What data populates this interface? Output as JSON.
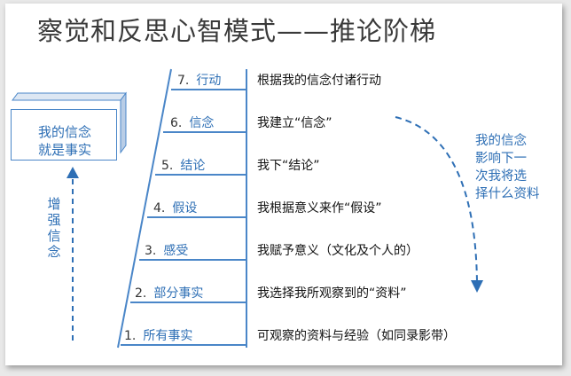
{
  "title": "察觉和反思心智模式——推论阶梯",
  "colors": {
    "accent": "#2e6fb5",
    "box_border": "#4a86c8"
  },
  "belief_box": {
    "line1": "我的信念",
    "line2": "就是事实"
  },
  "reinforce_label": {
    "chars": [
      "增",
      "强",
      "信",
      "念"
    ]
  },
  "influence_label": {
    "line1": "我的信念",
    "line2": "影响下一",
    "line3": "次我将选",
    "line4": "择什么资料"
  },
  "rungs": [
    {
      "num": "7.",
      "name": "行动",
      "desc": "根据我的信念付诸行动"
    },
    {
      "num": "6.",
      "name": "信念",
      "desc": "我建立“信念”"
    },
    {
      "num": "5.",
      "name": "结论",
      "desc": "我下“结论”"
    },
    {
      "num": "4.",
      "name": "假设",
      "desc": "我根据意义来作“假设”"
    },
    {
      "num": "3.",
      "name": "感受",
      "desc": "我赋予意义（文化及个人的）"
    },
    {
      "num": "2.",
      "name": "部分事实",
      "desc": "我选择我所观察到的“资料”"
    },
    {
      "num": "1.",
      "name": "所有事实",
      "desc": "可观察的资料与经验（如同录影带）"
    }
  ]
}
